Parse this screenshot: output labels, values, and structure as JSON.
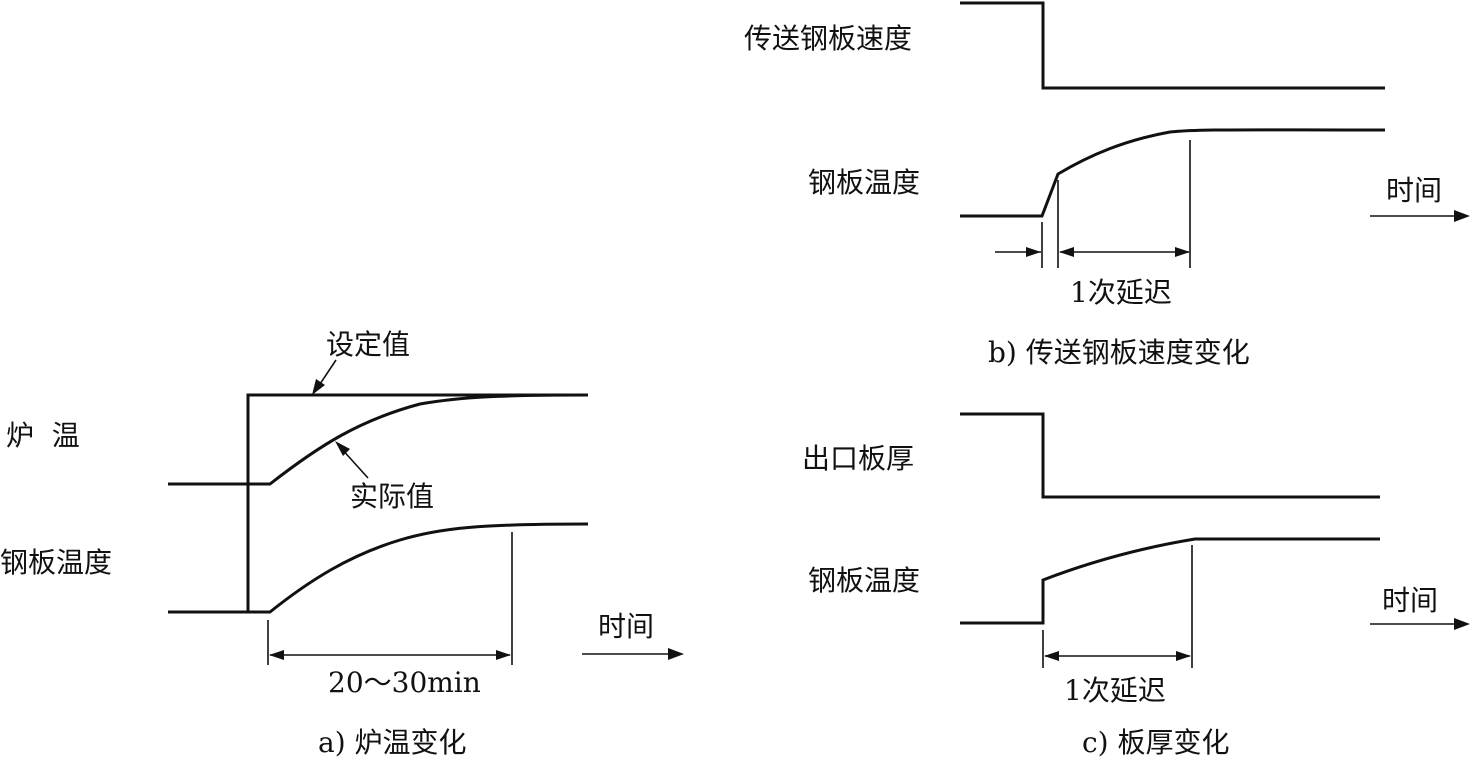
{
  "panel_a": {
    "label_furnace_temp": "炉  温",
    "label_plate_temp": "钢板温度",
    "label_setpoint": "设定值",
    "label_actual": "实际值",
    "label_time": "时间",
    "label_duration": "20～30min",
    "caption": "a) 炉温变化"
  },
  "panel_b": {
    "label_speed": "传送钢板速度",
    "label_plate_temp": "钢板温度",
    "label_time": "时间",
    "label_delay": "1次延迟",
    "caption": "b) 传送钢板速度变化"
  },
  "panel_c": {
    "label_thickness": "出口板厚",
    "label_plate_temp": "钢板温度",
    "label_time": "时间",
    "label_delay": "1次延迟",
    "caption": "c) 板厚变化"
  }
}
